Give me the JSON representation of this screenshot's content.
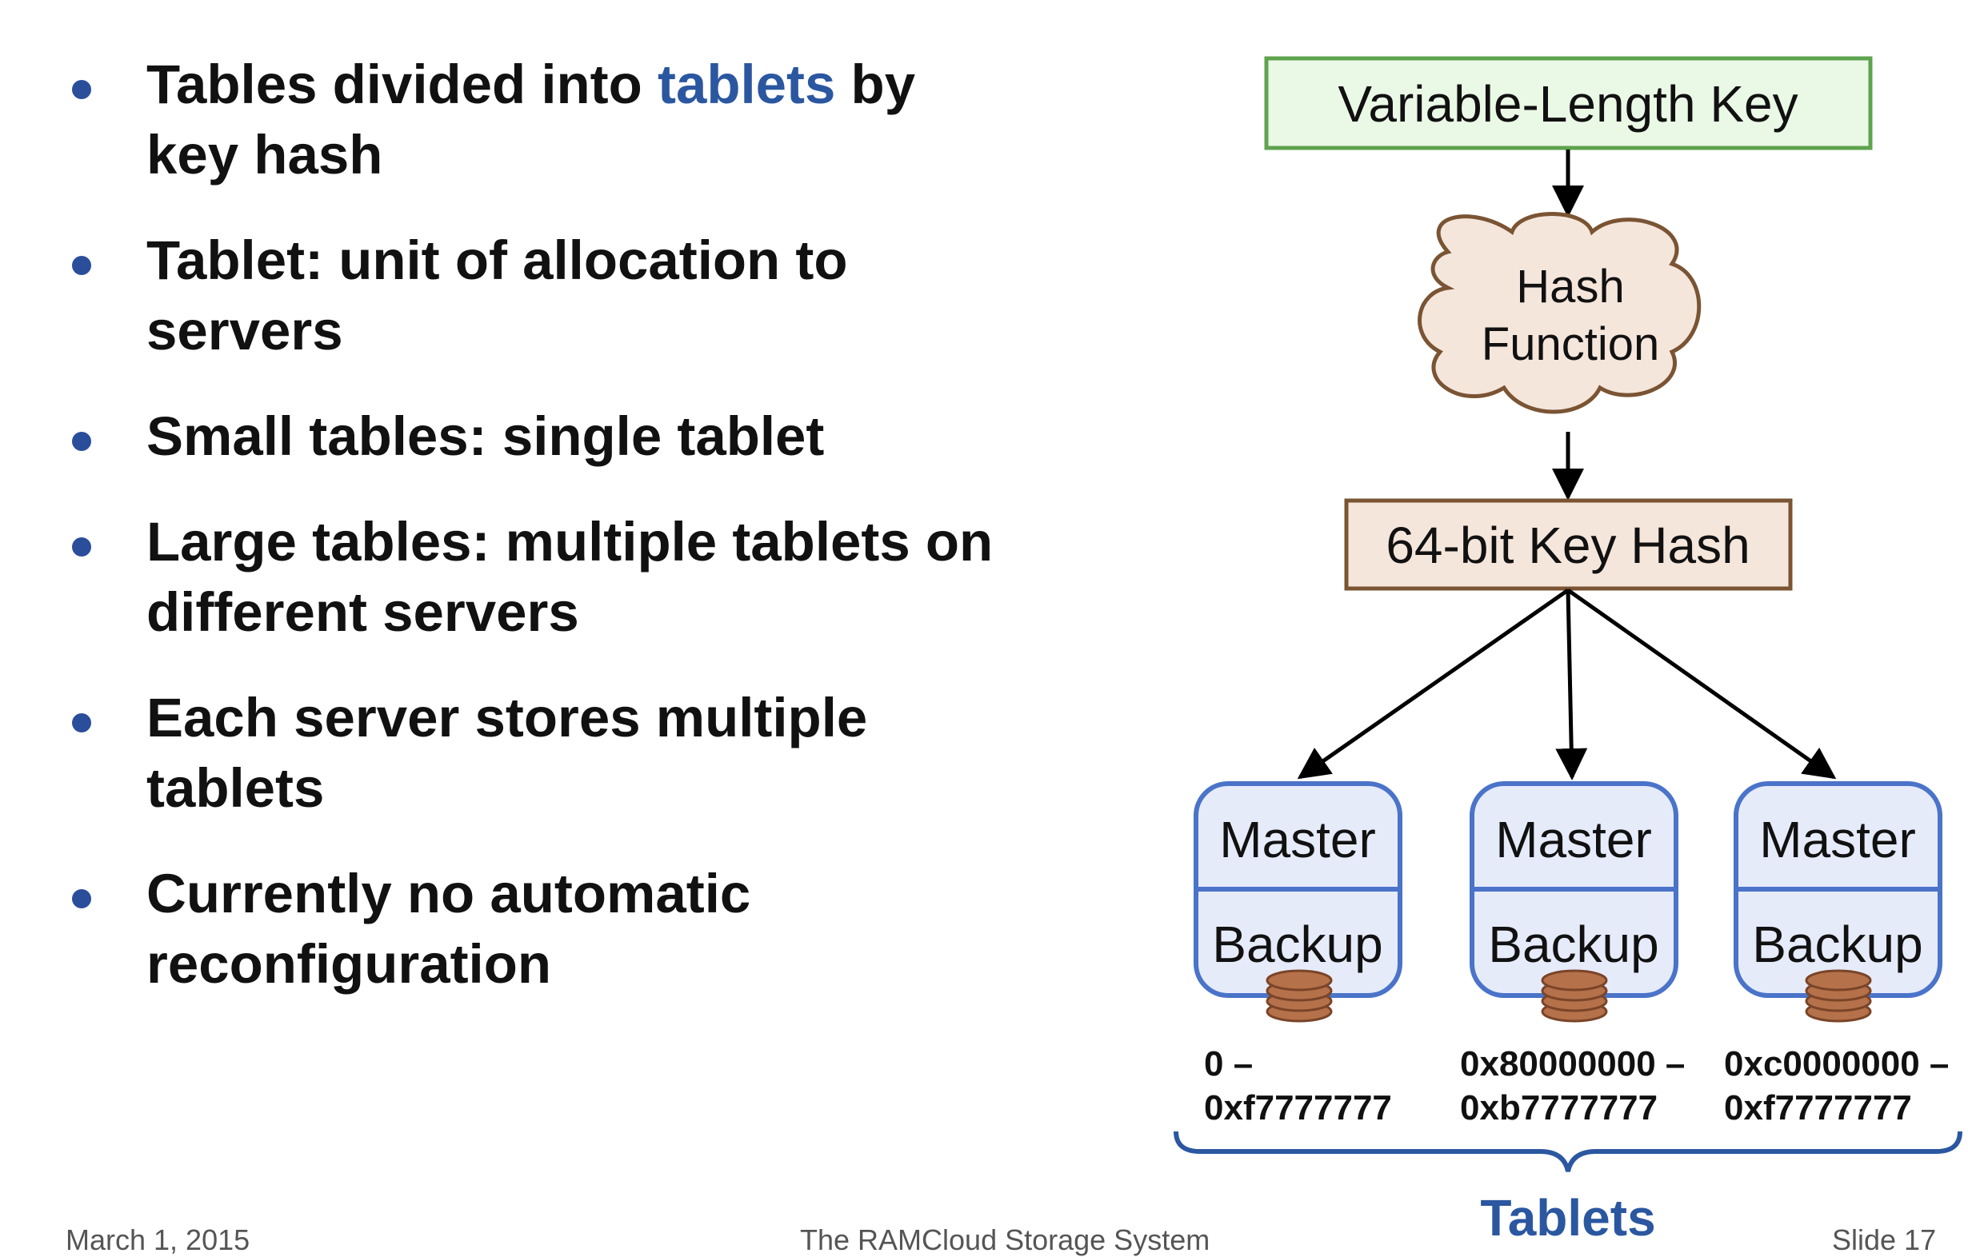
{
  "bullets": [
    {
      "before": "Tables divided into ",
      "highlight": "tablets",
      "after": " by key hash"
    },
    {
      "before": "Tablet: unit of allocation to servers",
      "highlight": "",
      "after": ""
    },
    {
      "before": "Small tables: single tablet",
      "highlight": "",
      "after": ""
    },
    {
      "before": "Large tables: multiple tablets on different servers",
      "highlight": "",
      "after": ""
    },
    {
      "before": "Each server stores multiple tablets",
      "highlight": "",
      "after": ""
    },
    {
      "before": "Currently no automatic reconfiguration",
      "highlight": "",
      "after": ""
    }
  ],
  "diagram": {
    "key_box": "Variable-Length Key",
    "hash_cloud": [
      "Hash",
      "Function"
    ],
    "hash_box": "64-bit Key Hash",
    "servers": [
      {
        "master": "Master",
        "backup": "Backup",
        "range": [
          "0 –",
          "0xf7777777"
        ]
      },
      {
        "master": "Master",
        "backup": "Backup",
        "range": [
          "0x80000000 –",
          "0xb7777777"
        ]
      },
      {
        "master": "Master",
        "backup": "Backup",
        "range": [
          "0xc0000000 –",
          "0xf7777777"
        ]
      }
    ],
    "group_label": "Tablets"
  },
  "footer": {
    "date": "March 1, 2015",
    "title": "The RAMCloud Storage System",
    "slide": "Slide 17"
  },
  "colors": {
    "accent": "#2b57a0",
    "key_fill": "#eaf8e6",
    "key_stroke": "#5ea34e",
    "hash_fill": "#f5e6dc",
    "hash_stroke": "#7a5433",
    "server_fill": "#e6ebfa",
    "server_stroke": "#4a73c9",
    "disk_fill": "#b5714a",
    "disk_stroke": "#7a4428"
  }
}
